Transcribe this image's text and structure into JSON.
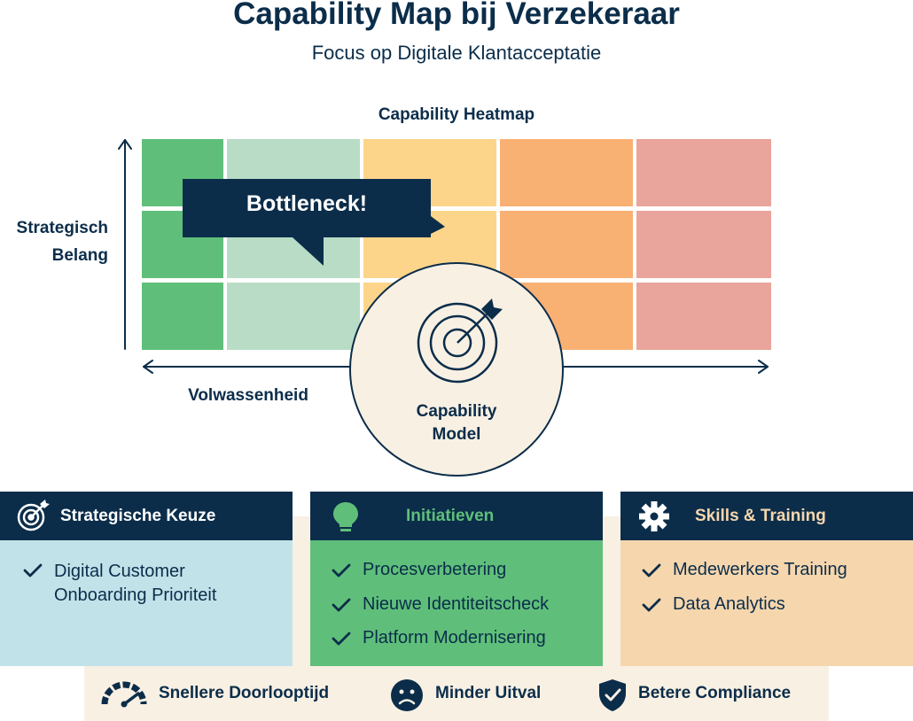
{
  "title": "Capability Map bij Verzekeraar",
  "subtitle": "Focus op Digitale Klantacceptatie",
  "heatmap": {
    "title": "Capability Heatmap",
    "y_label_line1": "Strategisch",
    "y_label_line2": "Belang",
    "x_label": "Volwassenheid",
    "column_colors": [
      "#5fbf7a",
      "#b9dcc6",
      "#fdd58a",
      "#f9b073",
      "#e9a49b"
    ],
    "callout": "Bottleneck!"
  },
  "center": {
    "label_line1": "Capability",
    "label_line2": "Model",
    "icon": "target-icon"
  },
  "panels": {
    "strategy": {
      "title": "Strategische Keuze",
      "icon": "target-icon",
      "items": [
        "Digital Customer",
        "Onboarding Prioriteit"
      ]
    },
    "initiatives": {
      "title": "Initiatieven",
      "icon": "lightbulb-icon",
      "items": [
        "Procesverbetering",
        "Nieuwe Identiteitscheck",
        "Platform Modernisering"
      ]
    },
    "skills": {
      "title": "Skills & Training",
      "icon": "gear-icon",
      "items": [
        "Medewerkers Training",
        "Data Analytics"
      ]
    }
  },
  "outcomes": {
    "speed": "Snellere Doorlooptijd",
    "dropout": "Minder Uitval",
    "compliance": "Betere Compliance"
  },
  "colors": {
    "navy": "#0b2d4a",
    "green": "#5fbf7a",
    "light_blue": "#c2e2ea",
    "cream": "#f8f0e3",
    "peach": "#f6d6ad"
  }
}
